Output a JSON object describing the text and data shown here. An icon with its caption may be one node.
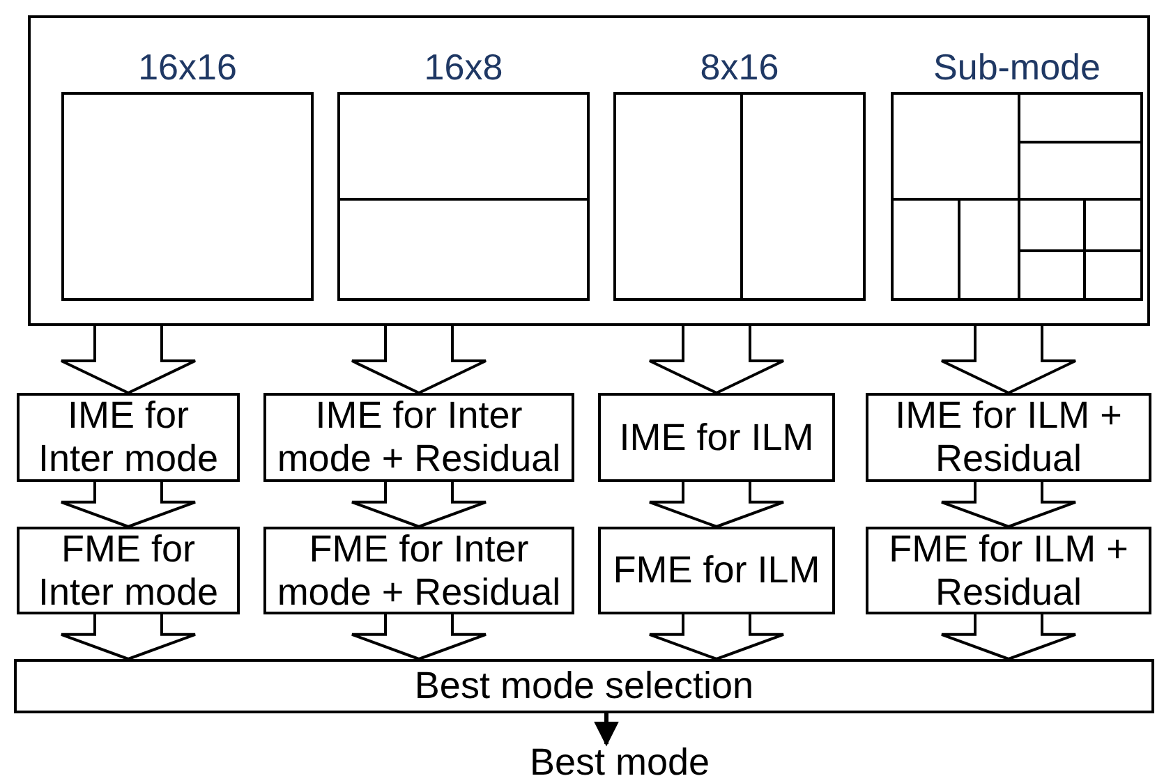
{
  "diagram": {
    "nodes": [
      {
        "text": [],
        "shape": "box"
      },
      {
        "text": [
          "16x16"
        ],
        "in": 0
      },
      {
        "text": [
          "16x8"
        ],
        "in": 0
      },
      {
        "text": [
          "8x16"
        ],
        "in": 0
      },
      {
        "text": [
          "Sub-mode"
        ],
        "in": 0
      },
      {
        "text": [
          "IME for Inter mode"
        ]
      },
      {
        "text": [
          "IME for Inter mode + Residual"
        ]
      },
      {
        "text": [
          "IME for ILM"
        ]
      },
      {
        "text": [
          "IME for ILM + Residual"
        ]
      },
      {
        "text": [
          "FME for Inter mode"
        ]
      },
      {
        "text": [
          "FME for Inter mode + Residual"
        ]
      },
      {
        "text": [
          "FME for ILM"
        ]
      },
      {
        "text": [
          "FME for ILM + Residual"
        ]
      },
      {
        "text": [
          "Best mode selection"
        ]
      },
      {
        "text": [
          "Best mode"
        ]
      }
    ],
    "edges": [
      {
        "from": 0,
        "to": 5,
        "arrow": "to",
        "style": "thick"
      },
      {
        "from": 0,
        "to": 6,
        "arrow": "to",
        "style": "thick"
      },
      {
        "from": 0,
        "to": 7,
        "arrow": "to",
        "style": "thick"
      },
      {
        "from": 0,
        "to": 8,
        "arrow": "to",
        "style": "thick"
      },
      {
        "from": 5,
        "to": 9,
        "arrow": "to",
        "style": "thick"
      },
      {
        "from": 6,
        "to": 10,
        "arrow": "to",
        "style": "thick"
      },
      {
        "from": 7,
        "to": 11,
        "arrow": "to",
        "style": "thick"
      },
      {
        "from": 8,
        "to": 12,
        "arrow": "to",
        "style": "thick"
      },
      {
        "from": 9,
        "to": 13,
        "arrow": "to",
        "style": "thick"
      },
      {
        "from": 10,
        "to": 13,
        "arrow": "to",
        "style": "thick"
      },
      {
        "from": 11,
        "to": 13,
        "arrow": "to",
        "style": "thick"
      },
      {
        "from": 12,
        "to": 13,
        "arrow": "to",
        "style": "thick"
      },
      {
        "from": 13,
        "to": 14,
        "arrow": "to"
      }
    ]
  }
}
